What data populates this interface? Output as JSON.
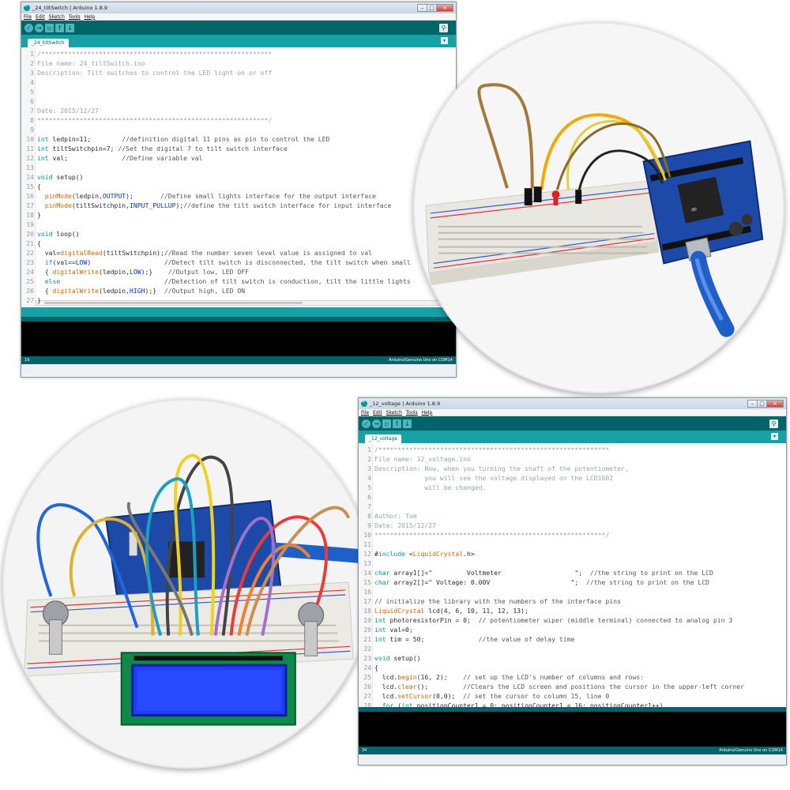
{
  "window_top": {
    "title": "_24_tiltSwitch | Arduino 1.8.9",
    "menu": [
      "File",
      "Edit",
      "Sketch",
      "Tools",
      "Help"
    ],
    "tab": "_24_tiltSwitch",
    "line_count": "19",
    "board_status": "Arduino/Genuino Uno on COM14",
    "code": [
      "/************************************************************",
      "File name: 24_tiltSwitch.ino",
      "Description: Tilt switches to control the LED light on or off",
      "",
      "",
      "",
      "Date: 2015/12/27",
      "************************************************************/",
      "",
      "int ledpin=11;        //definition digital 11 pins as pin to control the LED",
      "int tiltSwitchpin=7; //Set the digital 7 to tilt switch interface",
      "int val;              //Define variable val",
      "",
      "void setup()",
      "{",
      "  pinMode(ledpin,OUTPUT);       //Define small lights interface for the output interface",
      "  pinMode(tiltSwitchpin,INPUT_PULLUP);//define the tilt switch interface for input interface",
      "}",
      "",
      "void loop()",
      "{",
      "  val=digitalRead(tiltSwitchpin);//Read the number seven level value is assigned to val",
      "  if(val==LOW)                   //Detect tilt switch is disconnected, the tilt switch when small",
      "  { digitalWrite(ledpin,LOW);}    //Output low, LED OFF",
      "  else                           //Detection of tilt switch is conduction, tilt the little lights",
      "  { digitalWrite(ledpin,HIGH);}  //Output high, LED ON",
      "}"
    ]
  },
  "window_bottom": {
    "title": "_12_voltage | Arduino 1.8.9",
    "menu": [
      "File",
      "Edit",
      "Sketch",
      "Tools",
      "Help"
    ],
    "tab": "_12_voltage",
    "line_count": "34",
    "board_status": "Arduino/Genuino Uno on COM14",
    "first_line": 1,
    "code": [
      "/************************************************************",
      "File name: 12_voltage.ino",
      "Description: Now, when you turning the shaft of the potentiometer,",
      "             you will see the voltage displayed on the LCD1602",
      "             will be changed.",
      "",
      "",
      "Author: Tom",
      "Date: 2015/12/27",
      "************************************************************/",
      "",
      "#include <LiquidCrystal.h>",
      "",
      "char array1[]=\"         Voltmeter                   \";  //the string to print on the LCD",
      "char array2[]=\" Voltage: 0.00V                     \";  //the string to print on the LCD",
      "",
      "// initialize the library with the numbers of the interface pins",
      "LiquidCrystal lcd(4, 6, 10, 11, 12, 13);",
      "int photoresistorPin = 0;  // potentiometer wiper (middle terminal) connected to analog pin 3",
      "int val=0;",
      "int tim = 50;              //the value of delay time",
      "",
      "void setup()",
      "{",
      "  lcd.begin(16, 2);    // set up the LCD's number of columns and rows:",
      "  lcd.clear();         //Clears the LCD screen and positions the cursor in the upper-left corner",
      "  lcd.setCursor(0,0);  // set the cursor to column 15, line 0",
      "  for (int positionCounter1 = 0; positionCounter1 < 16; positionCounter1++)"
    ]
  },
  "colors": {
    "teal_dark": "#006468",
    "teal_mid": "#17a1a5",
    "keyword": "#cc6600",
    "constant": "#0033cc",
    "comment": "#95a5a6",
    "lcd_blue": "#1f3bff"
  },
  "icons": [
    "verify-icon",
    "upload-icon",
    "new-icon",
    "open-icon",
    "save-icon",
    "serial-monitor-icon"
  ]
}
